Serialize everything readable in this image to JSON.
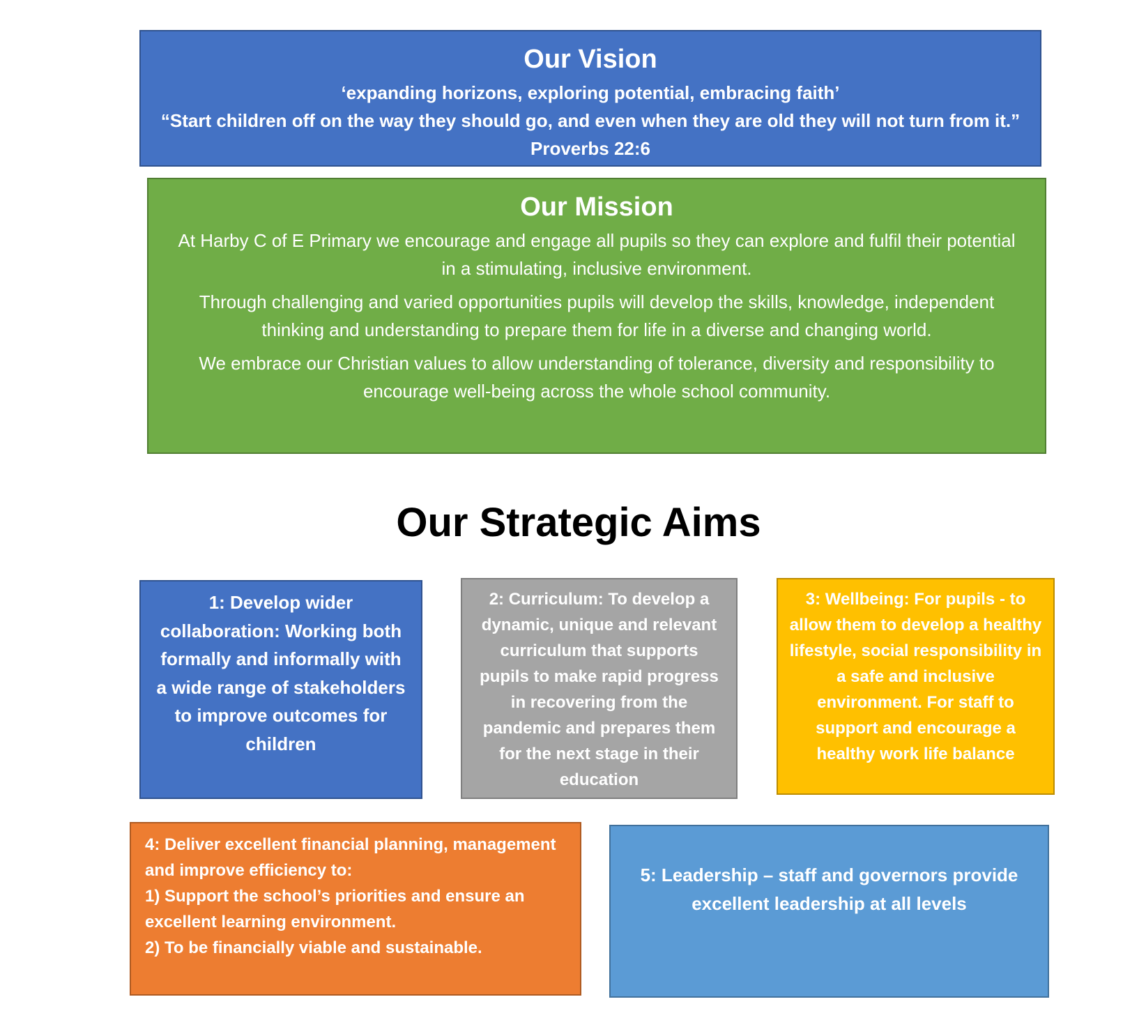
{
  "vision": {
    "title": "Our Vision",
    "motto": "‘expanding horizons, exploring potential, embracing faith’",
    "quote": "“Start children off on the way they should go, and even when they are old they will not turn from it.” Proverbs 22:6"
  },
  "mission": {
    "title": "Our Mission",
    "paragraphs": [
      "At Harby C of E Primary we encourage and engage all pupils so they can explore and fulfil their potential in a stimulating, inclusive environment.",
      "Through challenging and varied opportunities pupils will develop the skills, knowledge, independent thinking and understanding to prepare them for life in a diverse and changing world.",
      "We embrace our Christian values to allow understanding of tolerance, diversity and responsibility to encourage well-being across the whole school community."
    ]
  },
  "aims": {
    "heading": "Our Strategic Aims",
    "aim1": "1: Develop wider collaboration: Working both formally and informally with a wide range of stakeholders to improve outcomes for children",
    "aim2": "2: Curriculum:  To develop a dynamic, unique and relevant curriculum that supports pupils to make rapid progress in recovering from the pandemic and prepares them for the next stage in their education",
    "aim3": "3: Wellbeing: For pupils   - to allow them to develop a healthy lifestyle, social responsibility in a safe and inclusive environment.  For staff to support and encourage a healthy work life balance",
    "aim4": {
      "lines": [
        "4: Deliver excellent financial planning, management and improve efficiency to:",
        "1) Support the school’s priorities and ensure an excellent learning environment.",
        "2) To be financially viable and sustainable."
      ]
    },
    "aim5": "5: Leadership – staff and governors provide excellent leadership at all levels"
  },
  "colors": {
    "blue": "#4472c4",
    "green": "#70ad47",
    "grey": "#a5a5a5",
    "gold": "#ffc000",
    "orange": "#ed7d31",
    "light_blue": "#5b9bd5"
  }
}
